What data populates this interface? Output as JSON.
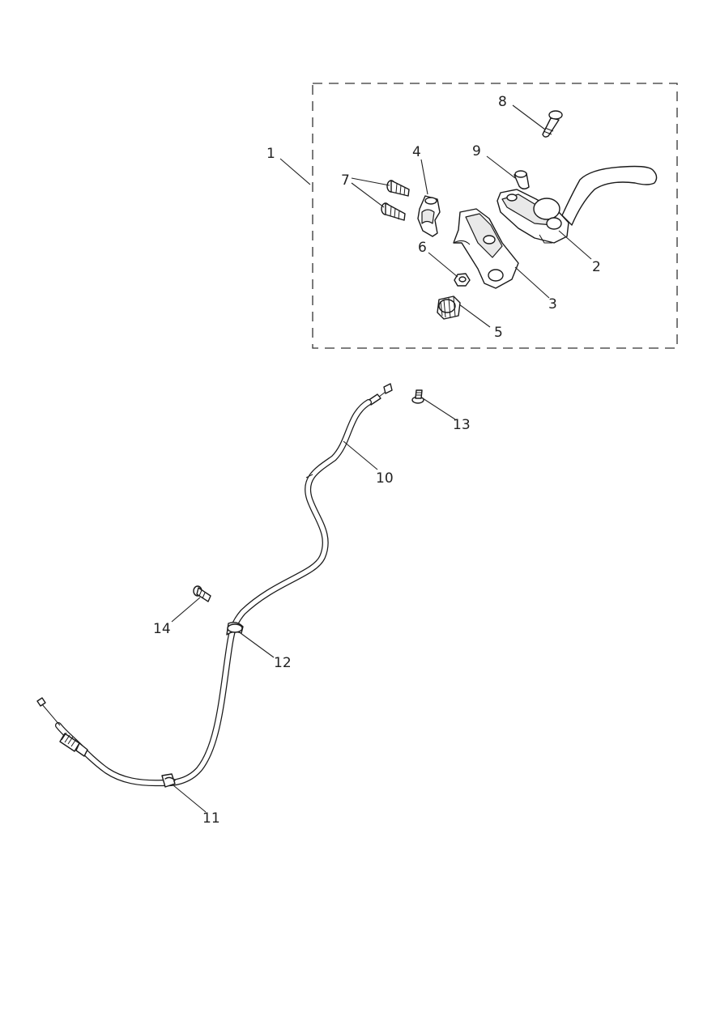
{
  "callouts": {
    "c1": "1",
    "c2": "2",
    "c3": "3",
    "c4": "4",
    "c5": "5",
    "c6": "6",
    "c7": "7",
    "c8": "8",
    "c9": "9",
    "c10": "10",
    "c11": "11",
    "c12": "12",
    "c13": "13",
    "c14": "14"
  },
  "colors": {
    "line": "#1a1a1a",
    "background": "#ffffff"
  }
}
